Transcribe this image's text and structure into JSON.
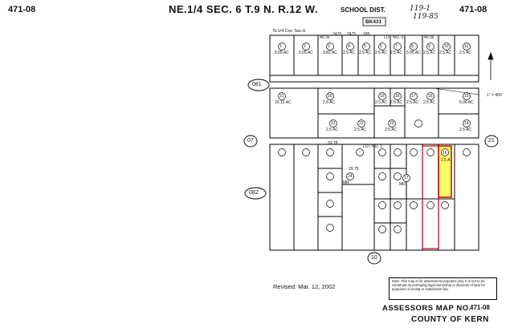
{
  "header": {
    "map_left": "471-08",
    "title": "NE.1/4 SEC. 6 T.9 N. R.12 W.",
    "school_label": "SCHOOL DIST.",
    "school_num1": "119-1",
    "school_num2": "119-85",
    "map_right": "471-08",
    "book": "BK431"
  },
  "road_labels": {
    "r081": "081",
    "r07": "07",
    "r082": "082",
    "r21": "21",
    "r10": "10"
  },
  "top_labels": {
    "corner": "N.1/4 Cor. Sec.6",
    "lot3": "LOT NO. 3",
    "lot1": "LOT NO. 1",
    "d4035a": "40.35",
    "d4035b": "40.35",
    "d2475a": "2475",
    "d2475b": "2475",
    "d185": "185",
    "d2975": "29.75",
    "d3378": "33.78"
  },
  "scale": "1\" = 400'",
  "parcels": [
    {
      "num": "1",
      "acres": "5.05 AC",
      "col": "p1"
    },
    {
      "num": "2",
      "acres": "5.05 AC",
      "col": "p2"
    },
    {
      "num": "3",
      "acres": "3.82 AC",
      "col": "p3"
    },
    {
      "num": "4",
      "acres": "2.5 AC",
      "col": "p4"
    },
    {
      "num": "5",
      "acres": "2.5 AC",
      "col": "p5"
    },
    {
      "num": "6",
      "acres": "2.5 AC",
      "col": "p6"
    },
    {
      "num": "7",
      "acres": "2.5 AC",
      "col": "p7"
    },
    {
      "num": "8",
      "acres": "5.05 AC",
      "col": "p8"
    },
    {
      "num": "9",
      "acres": "2.5 AC",
      "col": "p9"
    },
    {
      "num": "10",
      "acres": "2.5 AC",
      "col": "p10"
    },
    {
      "num": "11",
      "acres": "2.5 AC",
      "col": "p11"
    },
    {
      "num": "21",
      "acres": "10.12 AC",
      "col": "p21"
    },
    {
      "num": "20",
      "acres": "2.5 AC",
      "col": "p20"
    },
    {
      "num": "19",
      "acres": "2.5 AC",
      "col": "p19"
    },
    {
      "num": "18",
      "acres": "2.5 AC",
      "col": "p18"
    },
    {
      "num": "17",
      "acres": "2.5 AC",
      "col": "p17"
    },
    {
      "num": "16",
      "acres": "2.5 AC",
      "col": "p16"
    },
    {
      "num": "15",
      "acres": "5.06 AC",
      "col": "p15"
    },
    {
      "num": "13",
      "acres": "2.5 AC",
      "col": "p13"
    },
    {
      "num": "22",
      "acres": "2.5 AC",
      "col": "p22"
    },
    {
      "num": "23",
      "acres": "2.5 AC",
      "col": "p23"
    },
    {
      "num": "24",
      "acres": "MR",
      "col": "p24"
    },
    {
      "num": "17b",
      "acres": "MR",
      "col": "p17b"
    },
    {
      "num": "14",
      "acres": "2.5 AC",
      "col": "p14"
    }
  ],
  "highlight": {
    "label": "16",
    "acres": "2.5 A"
  },
  "revised": "Revised: Mar. 12, 2002",
  "note": "Note: This map is for assessment purposes only. It is not to be construed as portraying legal ownership or divisions of land for purposes of zoning or subdivision law.",
  "footer": {
    "assessor": "ASSESSORS MAP NO.",
    "map_no": "471-08",
    "county": "COUNTY OF KERN"
  },
  "colors": {
    "highlight_fill": "#ffff66",
    "highlight_border": "#cc0000"
  }
}
